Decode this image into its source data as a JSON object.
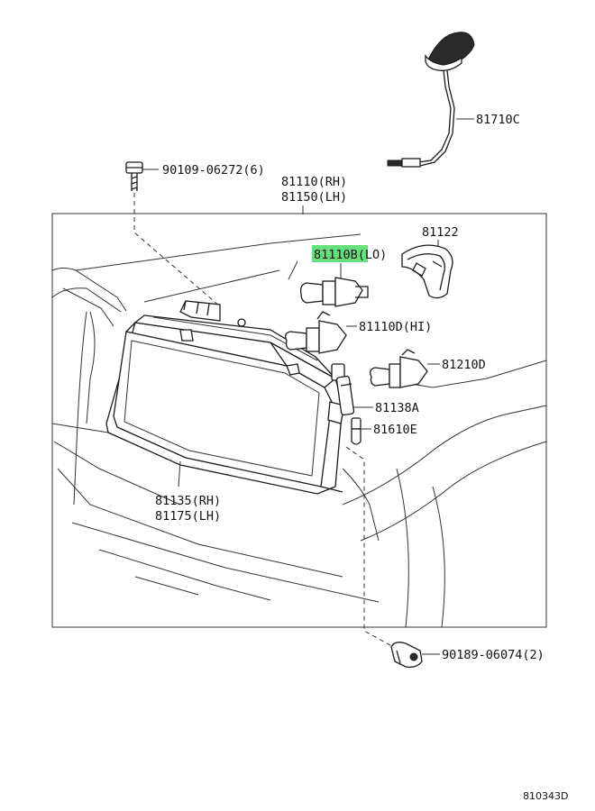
{
  "highlight_color": "#66e07a",
  "callouts": {
    "antenna": "81710C",
    "bolt": "90109-06272(6)",
    "headlamp_rh": "81110(RH)",
    "headlamp_lh": "81150(LH)",
    "bulb_lo_code": "81110B",
    "bulb_lo_suffix": "(LO)",
    "bulb_hi": "81110D(HI)",
    "socket_cover": "81122",
    "fog_bulb": "81210D",
    "socket": "81138A",
    "small_bulb": "81610E",
    "lens_rh": "81135(RH)",
    "lens_lh": "81175(LH)",
    "clip": "90189-06074(2)"
  },
  "reference_code": "810343D",
  "icons": [
    "antenna-icon",
    "bolt-icon",
    "headlamp-icon",
    "bulb-icon",
    "socket-cover-icon",
    "clip-icon"
  ]
}
